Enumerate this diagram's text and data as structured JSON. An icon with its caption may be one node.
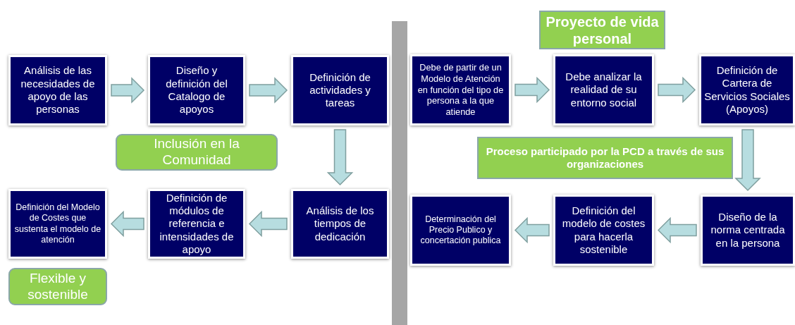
{
  "diagram": {
    "nodes": [
      {
        "text": [
          "Análisis de las necesidades de apoyo de las personas"
        ]
      },
      {
        "text": [
          "Diseño y definición del Catalogo de apoyos"
        ]
      },
      {
        "text": [
          "Definición de actividades y tareas"
        ]
      },
      {
        "text": [
          "Inclusión en la Comunidad"
        ]
      },
      {
        "text": [
          "Análisis de los tiempos de dedicación"
        ]
      },
      {
        "text": [
          "Definición de módulos de referencia e intensidades de apoyo"
        ]
      },
      {
        "text": [
          "Definición del Modelo de Costes que sustenta el modelo de atención"
        ]
      },
      {
        "text": [
          "Flexible y sostenible"
        ]
      },
      {
        "text": [
          "Proyecto de vida personal"
        ]
      },
      {
        "text": [
          "Debe de partir de un Modelo de Atención en función del tipo de persona a la que atiende"
        ]
      },
      {
        "text": [
          "Debe analizar la realidad de su entorno social"
        ]
      },
      {
        "text": [
          "Definición de Cartera de Servicios Sociales (Apoyos)"
        ]
      },
      {
        "text": [
          "Proceso participado por  la PCD a través de sus organizaciones"
        ]
      },
      {
        "text": [
          "Diseño de la norma centrada en la persona"
        ]
      },
      {
        "text": [
          "Definición del modelo de costes para hacerla sostenible"
        ]
      },
      {
        "text": [
          "Determinación del Precio Publico y concertación publica"
        ]
      },
      {
        "text": [],
        "shape": "bar"
      }
    ],
    "edges": [
      {
        "from": 0,
        "to": 1,
        "arrow": "to"
      },
      {
        "from": 1,
        "to": 2,
        "arrow": "to"
      },
      {
        "from": 2,
        "to": 4,
        "arrow": "to"
      },
      {
        "from": 4,
        "to": 5,
        "arrow": "to"
      },
      {
        "from": 5,
        "to": 6,
        "arrow": "to"
      },
      {
        "from": 9,
        "to": 10,
        "arrow": "to"
      },
      {
        "from": 10,
        "to": 11,
        "arrow": "to"
      },
      {
        "from": 11,
        "to": 13,
        "arrow": "to"
      },
      {
        "from": 13,
        "to": 14,
        "arrow": "to"
      },
      {
        "from": 14,
        "to": 15,
        "arrow": "to"
      }
    ]
  }
}
